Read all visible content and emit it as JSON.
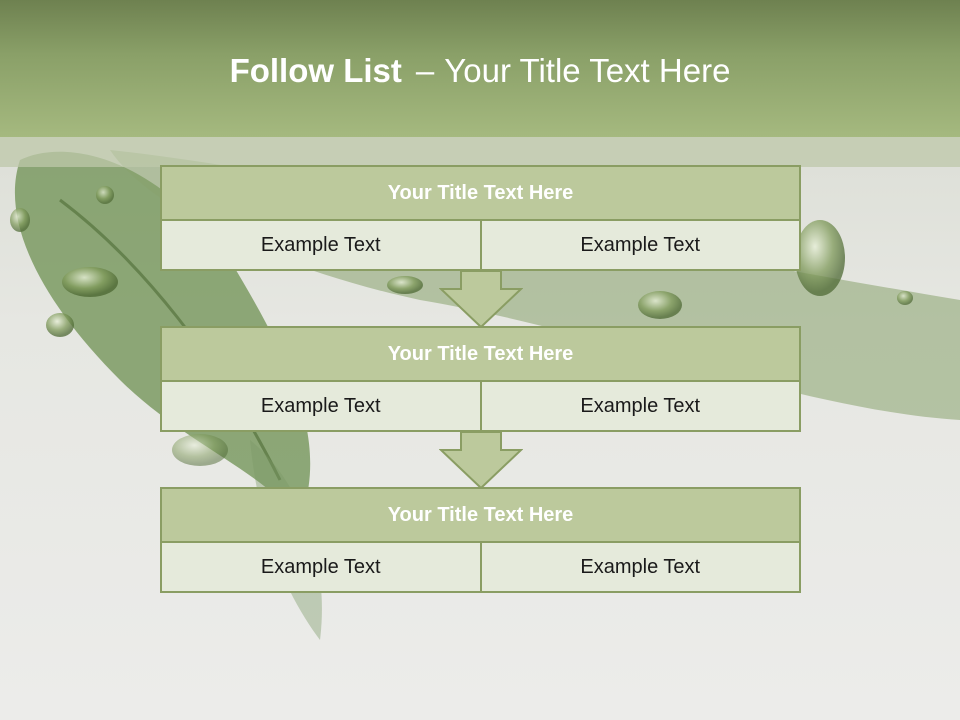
{
  "header": {
    "title_bold": "Follow List",
    "title_dash": "–",
    "title_rest": "Your Title Text Here"
  },
  "blocks": [
    {
      "title": "Your Title Text Here",
      "cells": [
        "Example Text",
        "Example Text"
      ]
    },
    {
      "title": "Your Title Text Here",
      "cells": [
        "Example Text",
        "Example Text"
      ]
    },
    {
      "title": "Your Title Text Here",
      "cells": [
        "Example Text",
        "Example Text"
      ]
    }
  ],
  "colors": {
    "header_green": "#8aa068",
    "box_title_fill": "#bcc99c",
    "box_cell_fill": "#e5eadb",
    "border_green": "#8a9d63"
  }
}
